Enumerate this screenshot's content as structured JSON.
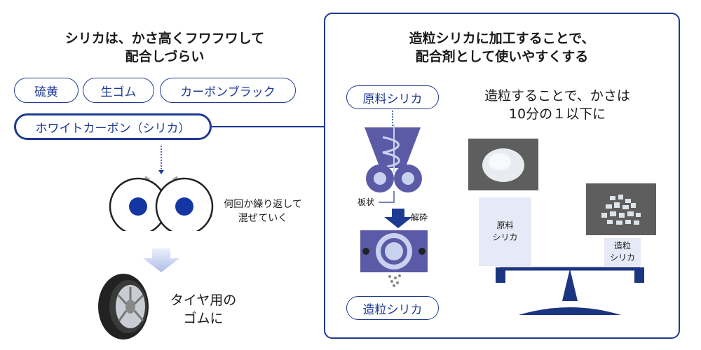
{
  "left": {
    "title_line1": "シリカは、かさ高くフワフワして",
    "title_line2": "配合しづらい",
    "pills": [
      "硫黄",
      "生ゴム",
      "カーボンブラック"
    ],
    "highlight_pill": "ホワイトカーボン（シリカ）",
    "rotation_caption_line1": "何回か繰り返して",
    "rotation_caption_line2": "混ぜていく",
    "tire_caption_line1": "タイヤ用の",
    "tire_caption_line2": "ゴムに"
  },
  "right": {
    "title_line1": "造粒シリカに加工することで、",
    "title_line2": "配合剤として使いやすくする",
    "raw_pill": "原料シリカ",
    "plate_label": "板状",
    "crush_label": "解砕",
    "granulated_pill": "造粒シリカ",
    "volume_line1": "造粒することで、かさは",
    "volume_line2": "10分の１以下に",
    "scale_left_line1": "原料",
    "scale_left_line2": "シリカ",
    "scale_right_line1": "造粒",
    "scale_right_line2": "シリカ"
  },
  "colors": {
    "primary_blue": "#1f3a93",
    "dot_blue": "#1336a3",
    "light_blue": "#c7d2ef",
    "machine_purple": "#5a5aa6",
    "scale_blue": "#1c3580",
    "label_bg": "#e6e9f7"
  }
}
